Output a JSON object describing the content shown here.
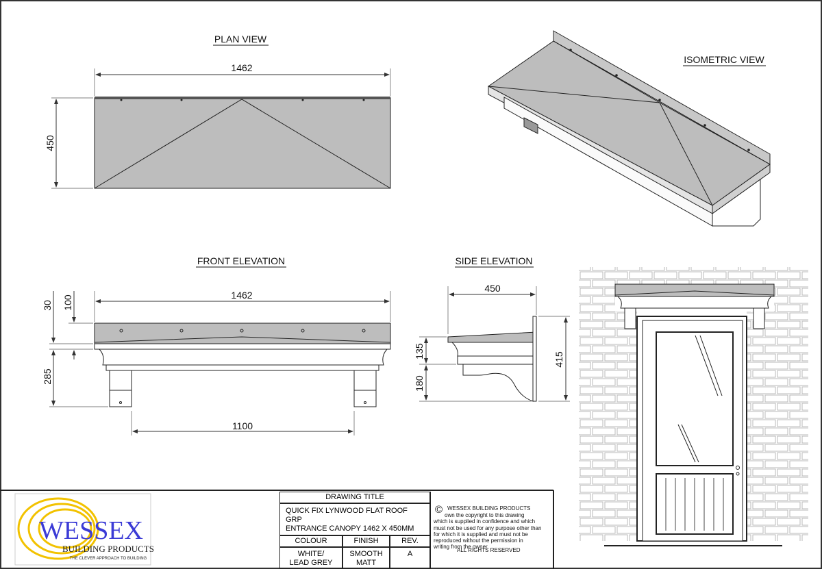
{
  "views": {
    "plan": {
      "title": "PLAN VIEW",
      "width_dim": "1462",
      "depth_dim": "450"
    },
    "isometric": {
      "title": "ISOMETRIC VIEW"
    },
    "front": {
      "title": "FRONT ELEVATION",
      "width_dim": "1462",
      "bracket_dim": "1100",
      "dim_30": "30",
      "dim_100": "100",
      "dim_285": "285"
    },
    "side": {
      "title": "SIDE ELEVATION",
      "depth_dim": "450",
      "dim_135": "135",
      "dim_180": "180",
      "dim_415": "415"
    }
  },
  "logo": {
    "name": "WESSEX",
    "sub": "BUILDING PRODUCTS",
    "tagline": "THE CLEVER APPROACH TO BUILDING"
  },
  "title_block": {
    "drawing_title_label": "DRAWING TITLE",
    "title_line1": "QUICK FIX LYNWOOD FLAT ROOF GRP",
    "title_line2": "ENTRANCE CANOPY 1462 X 450MM",
    "colour_label": "COLOUR",
    "finish_label": "FINISH",
    "rev_label": "REV.",
    "colour_line1": "WHITE/",
    "colour_line2": "LEAD GREY",
    "finish_value": "SMOOTH MATT",
    "rev_value": "A"
  },
  "copyright": {
    "symbol": "©",
    "line1": "WESSEX BUILDING PRODUCTS",
    "body": [
      "own the copyright to this drawing",
      "which is supplied in confidence and which",
      "must not be used for any purpose other than",
      "for which it is supplied and must not be",
      "reproduced without the permission in",
      "writing from the owner."
    ],
    "rights": "ALL RIGHTS RESERVED"
  },
  "colors": {
    "roof": "#bdbdbd",
    "logo_blue": "#3b3bd6",
    "logo_yellow": "#f2c200"
  }
}
